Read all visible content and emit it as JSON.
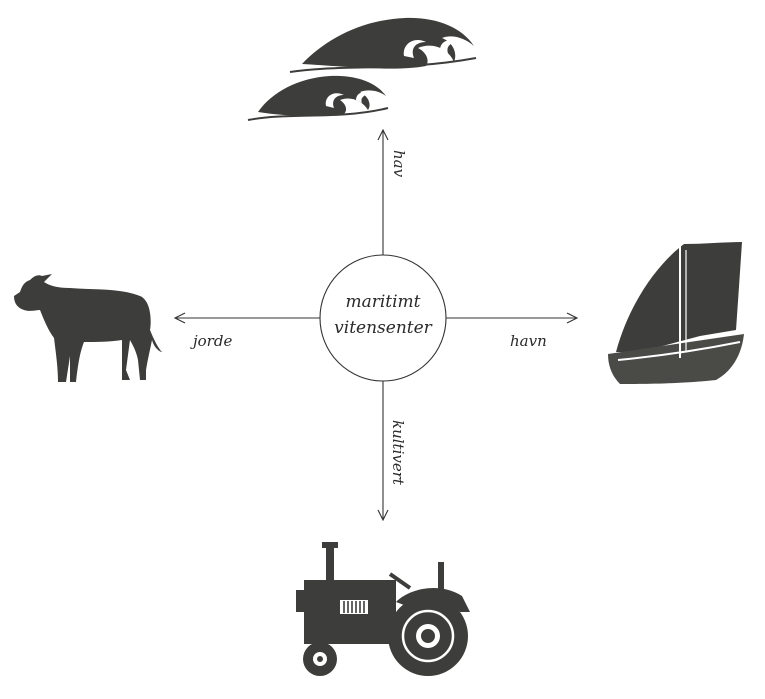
{
  "diagram": {
    "center": {
      "line1": "maritimt",
      "line2": "vitensenter"
    },
    "arms": {
      "up": {
        "label": "hav",
        "icon": "waves-icon"
      },
      "left": {
        "label": "jorde",
        "icon": "cow-icon"
      },
      "right": {
        "label": "havn",
        "icon": "sailboat-icon"
      },
      "down": {
        "label": "kultivert",
        "icon": "tractor-icon"
      }
    },
    "colors": {
      "ink": "#3d3d3b",
      "line": "#333333",
      "background": "#ffffff"
    }
  }
}
